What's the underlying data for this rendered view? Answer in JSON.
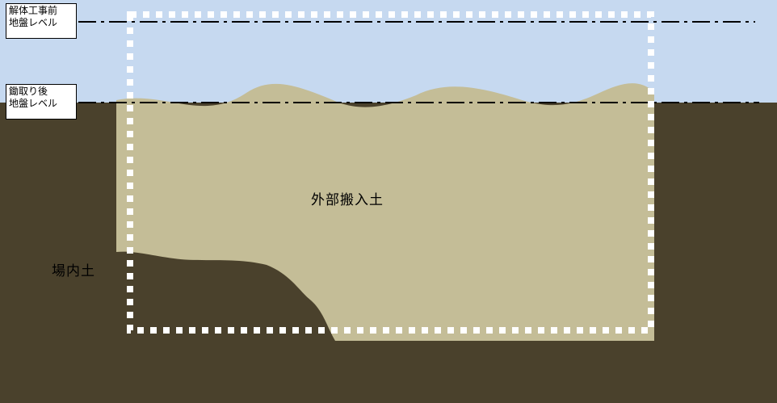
{
  "levels": {
    "before_demolition": {
      "line1": "解体工事前",
      "line2": "地盤レベル"
    },
    "after_stripping": {
      "line1": "鋤取り後",
      "line2": "地盤レベル"
    }
  },
  "soils": {
    "external": "外部搬入土",
    "onsite": "場内土"
  },
  "colors": {
    "sky": "#c6d9f0",
    "ground": "#4a412c",
    "imported_soil": "#c4bd97",
    "boundary": "#ffffff",
    "level_line": "#000000"
  }
}
